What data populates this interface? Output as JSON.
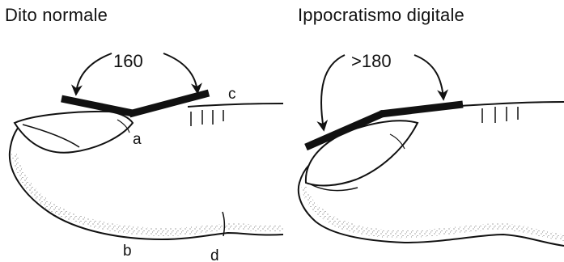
{
  "panels": [
    {
      "title": "Dito normale",
      "angle_label": "160",
      "point_labels": {
        "a": "a",
        "b": "b",
        "c": "c",
        "d": "d"
      }
    },
    {
      "title": "Ippocratismo digitale",
      "angle_label": ">180"
    }
  ],
  "colors": {
    "ink": "#111111",
    "background": "#ffffff"
  }
}
